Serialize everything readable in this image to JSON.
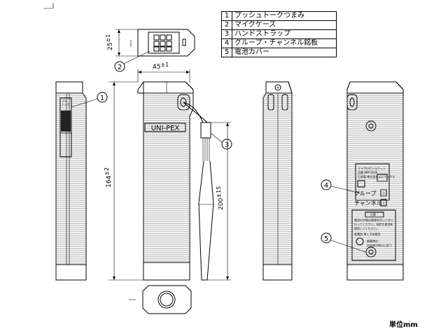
{
  "parts_table": [
    {
      "no": "1",
      "name": "プッシュトークつまみ"
    },
    {
      "no": "2",
      "name": "マイクケース"
    },
    {
      "no": "3",
      "name": "ハンドストラップ"
    },
    {
      "no": "4",
      "name": "グループ・チャンネル銘板"
    },
    {
      "no": "5",
      "name": "電池カバー"
    }
  ],
  "dimensions": {
    "depth": "25",
    "depth_tol": "±1",
    "width": "45",
    "width_tol": "±1",
    "height": "164",
    "height_tol": "±2",
    "strap": "200",
    "strap_tol": "±15"
  },
  "callouts": [
    "1",
    "2",
    "3",
    "4",
    "5"
  ],
  "brand": "UNI-PEX",
  "back_labels": {
    "group": "グループ",
    "channel": "チャンネル",
    "plate_group_value": "1",
    "plate_channel_value": "2"
  },
  "unit_label": "単位mm"
}
